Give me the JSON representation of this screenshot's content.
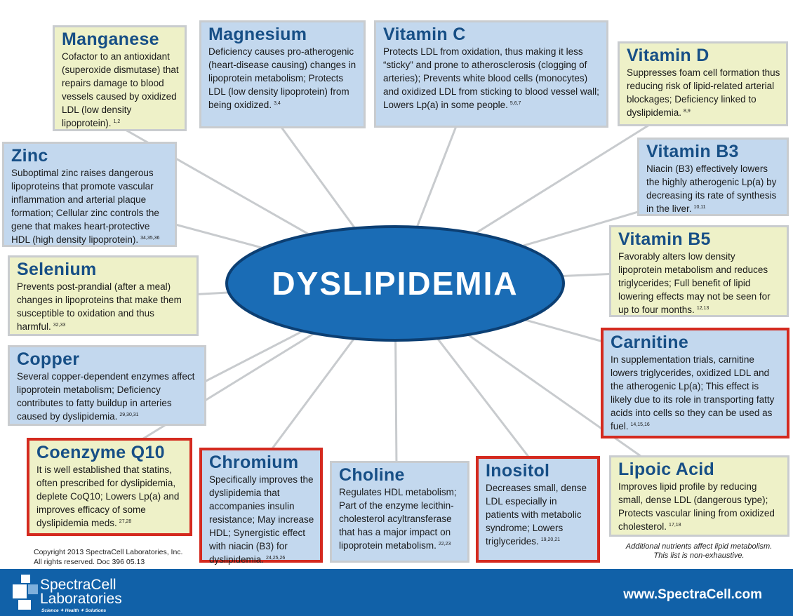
{
  "center": {
    "title": "DYSLIPIDEMIA"
  },
  "nutrients": [
    {
      "id": "manganese",
      "name": "Manganese",
      "text": "Cofactor to an antioxidant (superoxide dismutase) that repairs damage to blood vessels caused by oxidized LDL (low density lipoprotein).",
      "refs": "1,2",
      "color": "yellow",
      "highlight": false
    },
    {
      "id": "magnesium",
      "name": "Magnesium",
      "text": "Deficiency causes pro-atherogenic  (heart-disease causing) changes in lipoprotein metabolism; Protects LDL (low density lipoprotein) from being oxidized.",
      "refs": "3,4",
      "color": "blue",
      "highlight": false
    },
    {
      "id": "vitamin-c",
      "name": "Vitamin C",
      "text": "Protects LDL from oxidation, thus making it less “sticky” and prone to atherosclerosis (clogging of arteries); Prevents white blood cells (monocytes) and oxidized LDL from sticking to blood vessel wall; Lowers Lp(a) in some people.",
      "refs": "5,6,7",
      "color": "blue",
      "highlight": false
    },
    {
      "id": "vitamin-d",
      "name": "Vitamin D",
      "text": "Suppresses foam cell formation thus reducing risk of lipid-related arterial blockages; Deficiency linked to dyslipidemia.",
      "refs": "8,9",
      "color": "yellow",
      "highlight": false
    },
    {
      "id": "zinc",
      "name": "Zinc",
      "text": "Suboptimal zinc raises dangerous lipoproteins that promote vascular inflammation and arterial plaque formation; Cellular zinc controls the gene that makes heart-protective HDL (high density lipoprotein).",
      "refs": "34,35,36",
      "color": "blue",
      "highlight": false
    },
    {
      "id": "vitamin-b3",
      "name": "Vitamin B3",
      "text": "Niacin (B3) effectively lowers the highly atherogenic Lp(a) by decreasing its rate of synthesis in the liver.",
      "refs": "10,11",
      "color": "blue",
      "highlight": false
    },
    {
      "id": "vitamin-b5",
      "name": "Vitamin B5",
      "text": "Favorably alters low density lipoprotein metabolism and reduces triglycerides; Full benefit of lipid lowering effects may not be seen for up to four months.",
      "refs": "12,13",
      "color": "yellow",
      "highlight": false
    },
    {
      "id": "selenium",
      "name": "Selenium",
      "text": "Prevents post-prandial (after a meal) changes in lipoproteins that make them susceptible to oxidation and thus harmful.",
      "refs": "32,33",
      "color": "yellow",
      "highlight": false
    },
    {
      "id": "carnitine",
      "name": "Carnitine",
      "text": "In supplementation trials, carnitine lowers triglycerides, oxidized LDL and the atherogenic Lp(a); This effect is likely due to its role in transporting fatty acids into cells so they can be used as fuel.",
      "refs": "14,15,16",
      "color": "blue",
      "highlight": true
    },
    {
      "id": "copper",
      "name": "Copper",
      "text": "Several copper-dependent enzymes affect lipoprotein metabolism; Deficiency contributes to fatty buildup in arteries caused by dyslipidemia.",
      "refs": "29,30,31",
      "color": "blue",
      "highlight": false
    },
    {
      "id": "coenzyme-q10",
      "name": "Coenzyme Q10",
      "text": "It is well established that statins, often prescribed for dyslipidemia, deplete CoQ10; Lowers Lp(a) and improves efficacy of some dyslipidemia meds.",
      "refs": "27,28",
      "color": "yellow",
      "highlight": true
    },
    {
      "id": "chromium",
      "name": "Chromium",
      "text": "Specifically improves the dyslipidemia that accompanies insulin resistance; May increase HDL; Synergistic effect with niacin (B3) for dyslipidemia.",
      "refs": "24,25,26",
      "color": "blue",
      "highlight": true
    },
    {
      "id": "choline",
      "name": "Choline",
      "text": "Regulates HDL metabolism; Part of the enzyme lecithin-cholesterol acyltransferase that has a major impact on lipoprotein metabolism.",
      "refs": "22,23",
      "color": "blue",
      "highlight": false
    },
    {
      "id": "inositol",
      "name": "Inositol",
      "text": "Decreases small, dense LDL especially in patients with metabolic syndrome; Lowers triglycerides.",
      "refs": "19,20,21",
      "color": "blue",
      "highlight": true
    },
    {
      "id": "lipoic-acid",
      "name": "Lipoic Acid",
      "text": "Improves lipid profile by reducing small, dense LDL (dangerous type); Protects vascular lining from oxidized cholesterol.",
      "refs": "17,18",
      "color": "yellow",
      "highlight": false
    }
  ],
  "copyright": {
    "line1": "Copyright 2013 SpectraCell Laboratories, Inc.",
    "line2": "All rights reserved. Doc 396 05.13"
  },
  "note": {
    "line1": "Additional nutrients affect lipid metabolism.",
    "line2": "This list is non-exhaustive."
  },
  "footer": {
    "brand_line1": "SpectraCell",
    "brand_line2": "Laboratories",
    "tagline": "Science ✦ Health ✦ Solutions",
    "url": "www.SpectraCell.com"
  },
  "colors": {
    "yellow_box": "#eef1c8",
    "blue_box": "#c3d8ee",
    "highlight_border": "#d42a1f",
    "heading": "#174f86",
    "ellipse": "#1a6cb5",
    "footer": "#1161a8"
  }
}
